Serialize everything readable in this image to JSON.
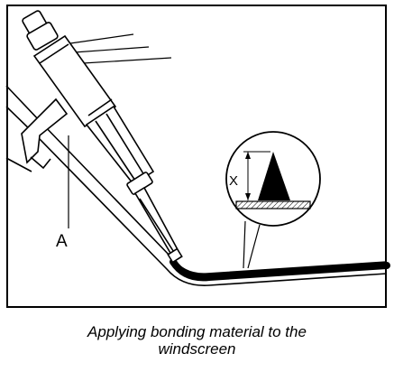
{
  "figure": {
    "label_a": "A",
    "label_x": "X",
    "caption_line1": "Applying bonding material to the",
    "caption_line2": "windscreen"
  },
  "icons": [
    "sealant-gun-icon",
    "magnifier-detail-icon",
    "triangular-bead-icon"
  ]
}
